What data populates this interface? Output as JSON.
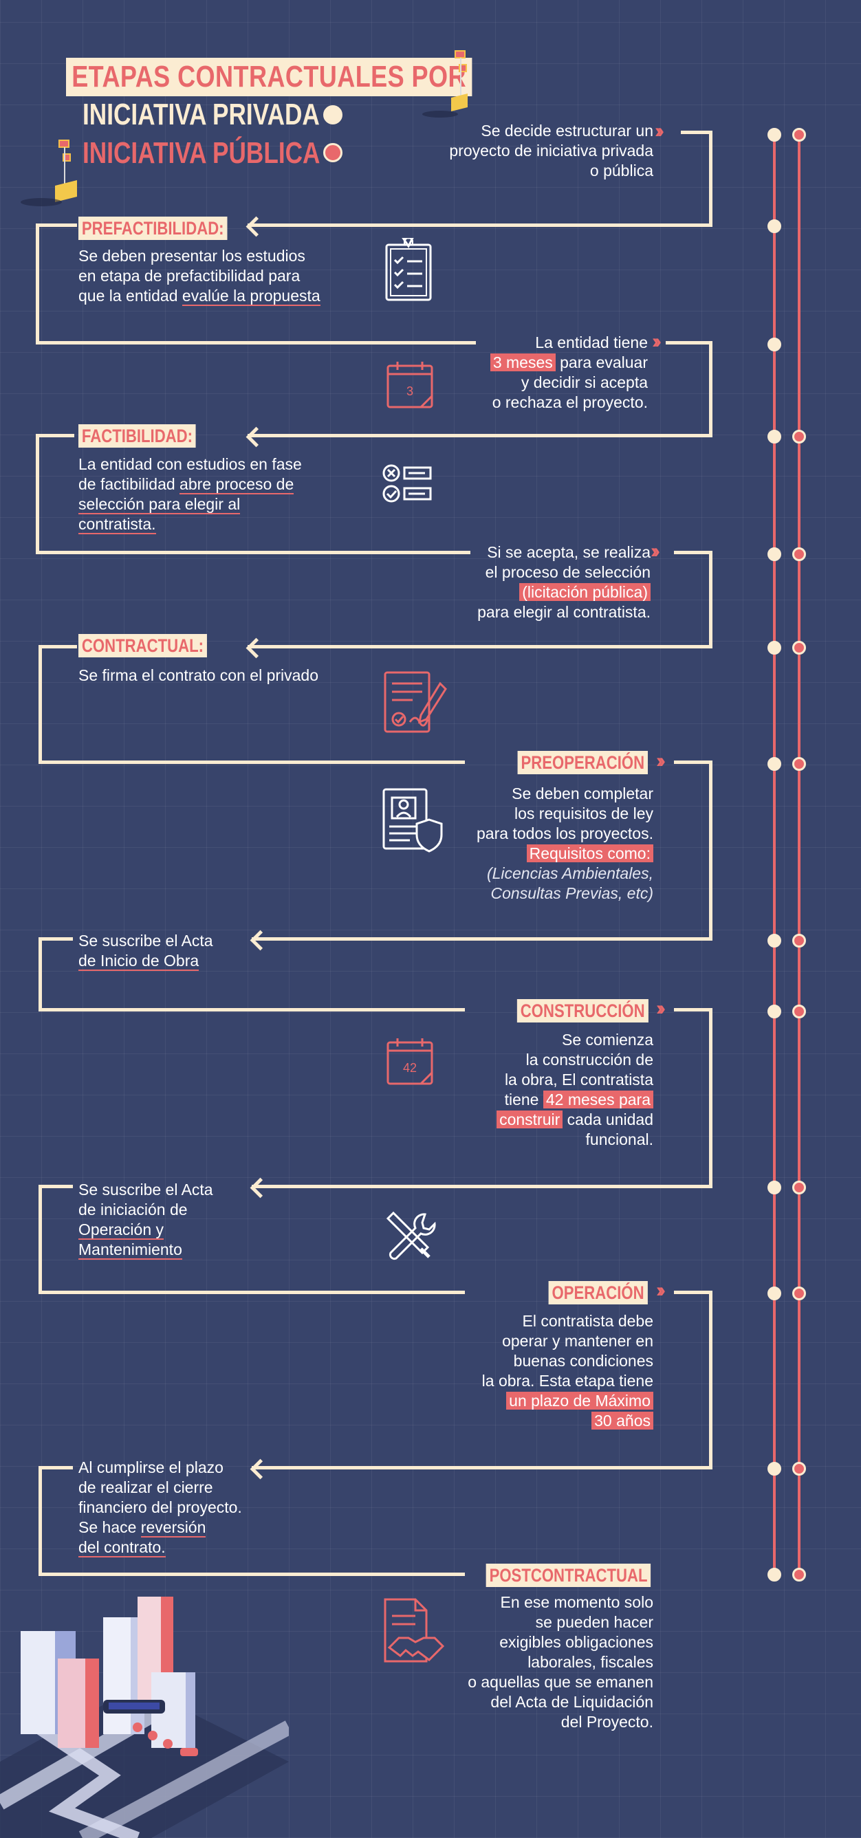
{
  "title": {
    "line1": "ETAPAS CONTRACTUALES POR",
    "legend_private": "INICIATIVA PRIVADA",
    "legend_public": "INICIATIVA PÚBLICA"
  },
  "colors": {
    "background": "#38446b",
    "cream": "#fbecd2",
    "coral": "#e8686b"
  },
  "start": {
    "text": [
      "Se decide estructurar un",
      "proyecto de iniciativa privada",
      "o pública"
    ]
  },
  "prefactibilidad": {
    "label": "PREFACTIBILIDAD:",
    "text1": "Se deben presentar los estudios",
    "text2": "en etapa de prefactibilidad para",
    "text3a": "que la entidad ",
    "text3b": "evalúe la propuesta",
    "icon": "checklist-icon"
  },
  "evaluacion": {
    "l1": "La entidad tiene",
    "l2a": "3 meses",
    "l2b": " para evaluar",
    "l3": "y decidir si acepta",
    "l4": "o rechaza el proyecto.",
    "icon": "calendar-icon",
    "calendar_number": "3"
  },
  "factibilidad": {
    "label": "FACTIBILIDAD:",
    "text1": "La entidad con estudios en fase",
    "text2a": "de factibilidad ",
    "text2b": "abre proceso de",
    "text3": "selección para elegir al",
    "text4": "contratista.",
    "icon": "selection-list-icon"
  },
  "seleccion": {
    "l1": "Si se acepta, se realiza",
    "l2": "el proceso de selección",
    "l3": "(licitación pública)",
    "l4": "para elegir al contratista."
  },
  "contractual": {
    "label": "CONTRACTUAL:",
    "text": "Se firma el contrato con el privado",
    "icon": "contract-signature-icon"
  },
  "preoperacion": {
    "label": "PREOPERACIÓN",
    "l1": "Se deben completar",
    "l2": "los requisitos de ley",
    "l3": "para todos los proyectos.",
    "l4": "Requisitos como:",
    "l5": "(Licencias Ambientales,",
    "l6": "Consultas Previas, etc)",
    "icon": "id-document-shield-icon"
  },
  "acta_inicio": {
    "l1": "Se suscribe el Acta",
    "l2": "de Inicio de Obra"
  },
  "construccion": {
    "label": "CONSTRUCCIÓN",
    "l1": "Se comienza",
    "l2": "la construcción de",
    "l3": "la obra, El contratista",
    "l4a": "tiene ",
    "l4b": "42 meses para",
    "l5a": "construir",
    "l5b": " cada unidad",
    "l6": "funcional.",
    "icon": "calendar-icon",
    "calendar_number": "42"
  },
  "acta_operacion": {
    "l1": "Se suscribe el Acta",
    "l2": "de iniciación de",
    "l3": "Operación y",
    "l4": "Mantenimiento",
    "icon": "tools-icon"
  },
  "operacion": {
    "label": "OPERACIÓN",
    "l1": "El contratista debe",
    "l2": "operar y mantener en",
    "l3": "buenas condiciones",
    "l4": "la obra. Esta etapa tiene",
    "l5": "un plazo de Máximo",
    "l6": "30 años"
  },
  "cierre": {
    "l1": "Al cumplirse el plazo",
    "l2": "de realizar el cierre",
    "l3": "financiero del proyecto.",
    "l4a": "Se hace ",
    "l4b": "reversión",
    "l5": "del contrato."
  },
  "postcontractual": {
    "label": "POSTCONTRACTUAL",
    "l1": "En ese momento solo",
    "l2": "se pueden hacer",
    "l3": "exigibles obligaciones",
    "l4": "laborales, fiscales",
    "l5": "o aquellas  que se emanen",
    "l6": "del Acta de Liquidación",
    "l7": "del Proyecto.",
    "icon": "document-handshake-icon"
  }
}
